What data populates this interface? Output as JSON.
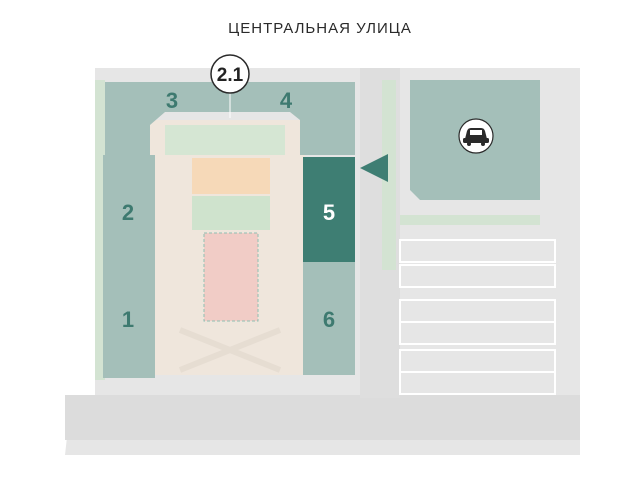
{
  "street_name": "ЦЕНТРАЛЬНАЯ УЛИЦА",
  "section_label": "2.1",
  "buildings": [
    {
      "id": "b1",
      "label": "1",
      "selected": false
    },
    {
      "id": "b2",
      "label": "2",
      "selected": false
    },
    {
      "id": "b3",
      "label": "3",
      "selected": false
    },
    {
      "id": "b4",
      "label": "4",
      "selected": false
    },
    {
      "id": "b5",
      "label": "5",
      "selected": true
    },
    {
      "id": "b6",
      "label": "6",
      "selected": false
    }
  ],
  "parking_icon": "car-icon",
  "colors": {
    "building": "#a4bfb9",
    "building_selected": "#3e7e73",
    "building_label": "#3e7a70",
    "building_label_selected": "#ffffff",
    "ground": "#e3e3e3",
    "grass": "#cfe1cf",
    "playground": "#f6d9b8",
    "court": "#f2c9c4"
  }
}
